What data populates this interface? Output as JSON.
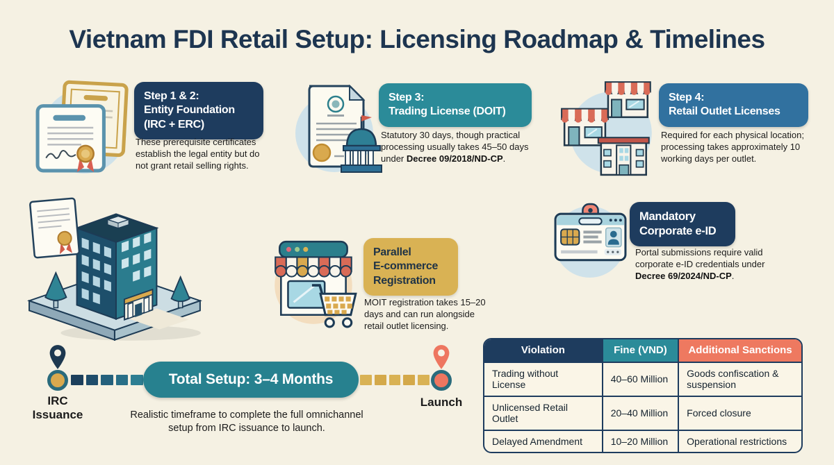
{
  "title": "Vietnam FDI Retail Setup: Licensing Roadmap & Timelines",
  "colors": {
    "background": "#f5f1e3",
    "navy": "#1e3c5e",
    "teal": "#2b8b99",
    "blue": "#31719f",
    "gold": "#d9b254",
    "salmon": "#ee7660",
    "title_text": "#1d3550"
  },
  "steps": [
    {
      "icon": "certificates-icon",
      "heading": "Step 1 & 2:\nEntity Foundation\n(IRC + ERC)",
      "desc": "These prerequisite certificates establish the legal entity but do not grant retail selling rights."
    },
    {
      "icon": "license-document-icon",
      "heading": "Step 3:\nTrading License (DOIT)",
      "desc": "Statutory 30 days, though practical processing usually takes 45–50 days under ",
      "desc_bold": "Decree 09/2018/ND-CP",
      "desc_end": "."
    },
    {
      "icon": "storefronts-icon",
      "heading": "Step 4:\nRetail Outlet Licenses",
      "desc": "Required for each physical location; processing takes approximately 10 working days per outlet."
    }
  ],
  "ecommerce": {
    "icon": "shop-cart-icon",
    "heading": "Parallel\nE-commerce\nRegistration",
    "desc": "MOIT registration takes 15–20 days and can run alongside retail outlet licensing."
  },
  "eid": {
    "icon": "id-card-icon",
    "heading": "Mandatory\nCorporate e-ID",
    "desc": "Portal submissions require valid corporate e-ID credentials under ",
    "desc_bold": "Decree 69/2024/ND-CP",
    "desc_end": "."
  },
  "building_illustration": {
    "icon": "office-building-illustration"
  },
  "timeline": {
    "start_pin_icon": "map-pin-icon",
    "end_pin_icon": "map-pin-icon",
    "start_label": "IRC\nIssuance",
    "pill": "Total Setup: 3–4 Months",
    "end_label": "Launch",
    "caption": "Realistic timeframe to complete the full omnichannel setup from IRC issuance to launch."
  },
  "table": {
    "headers": [
      "Violation",
      "Fine (VND)",
      "Additional Sanctions"
    ],
    "rows": [
      [
        "Trading without License",
        "40–60 Million",
        "Goods confiscation & suspension"
      ],
      [
        "Unlicensed Retail Outlet",
        "20–40 Million",
        "Forced closure"
      ],
      [
        "Delayed Amendment",
        "10–20 Million",
        "Operational restrictions"
      ]
    ]
  }
}
